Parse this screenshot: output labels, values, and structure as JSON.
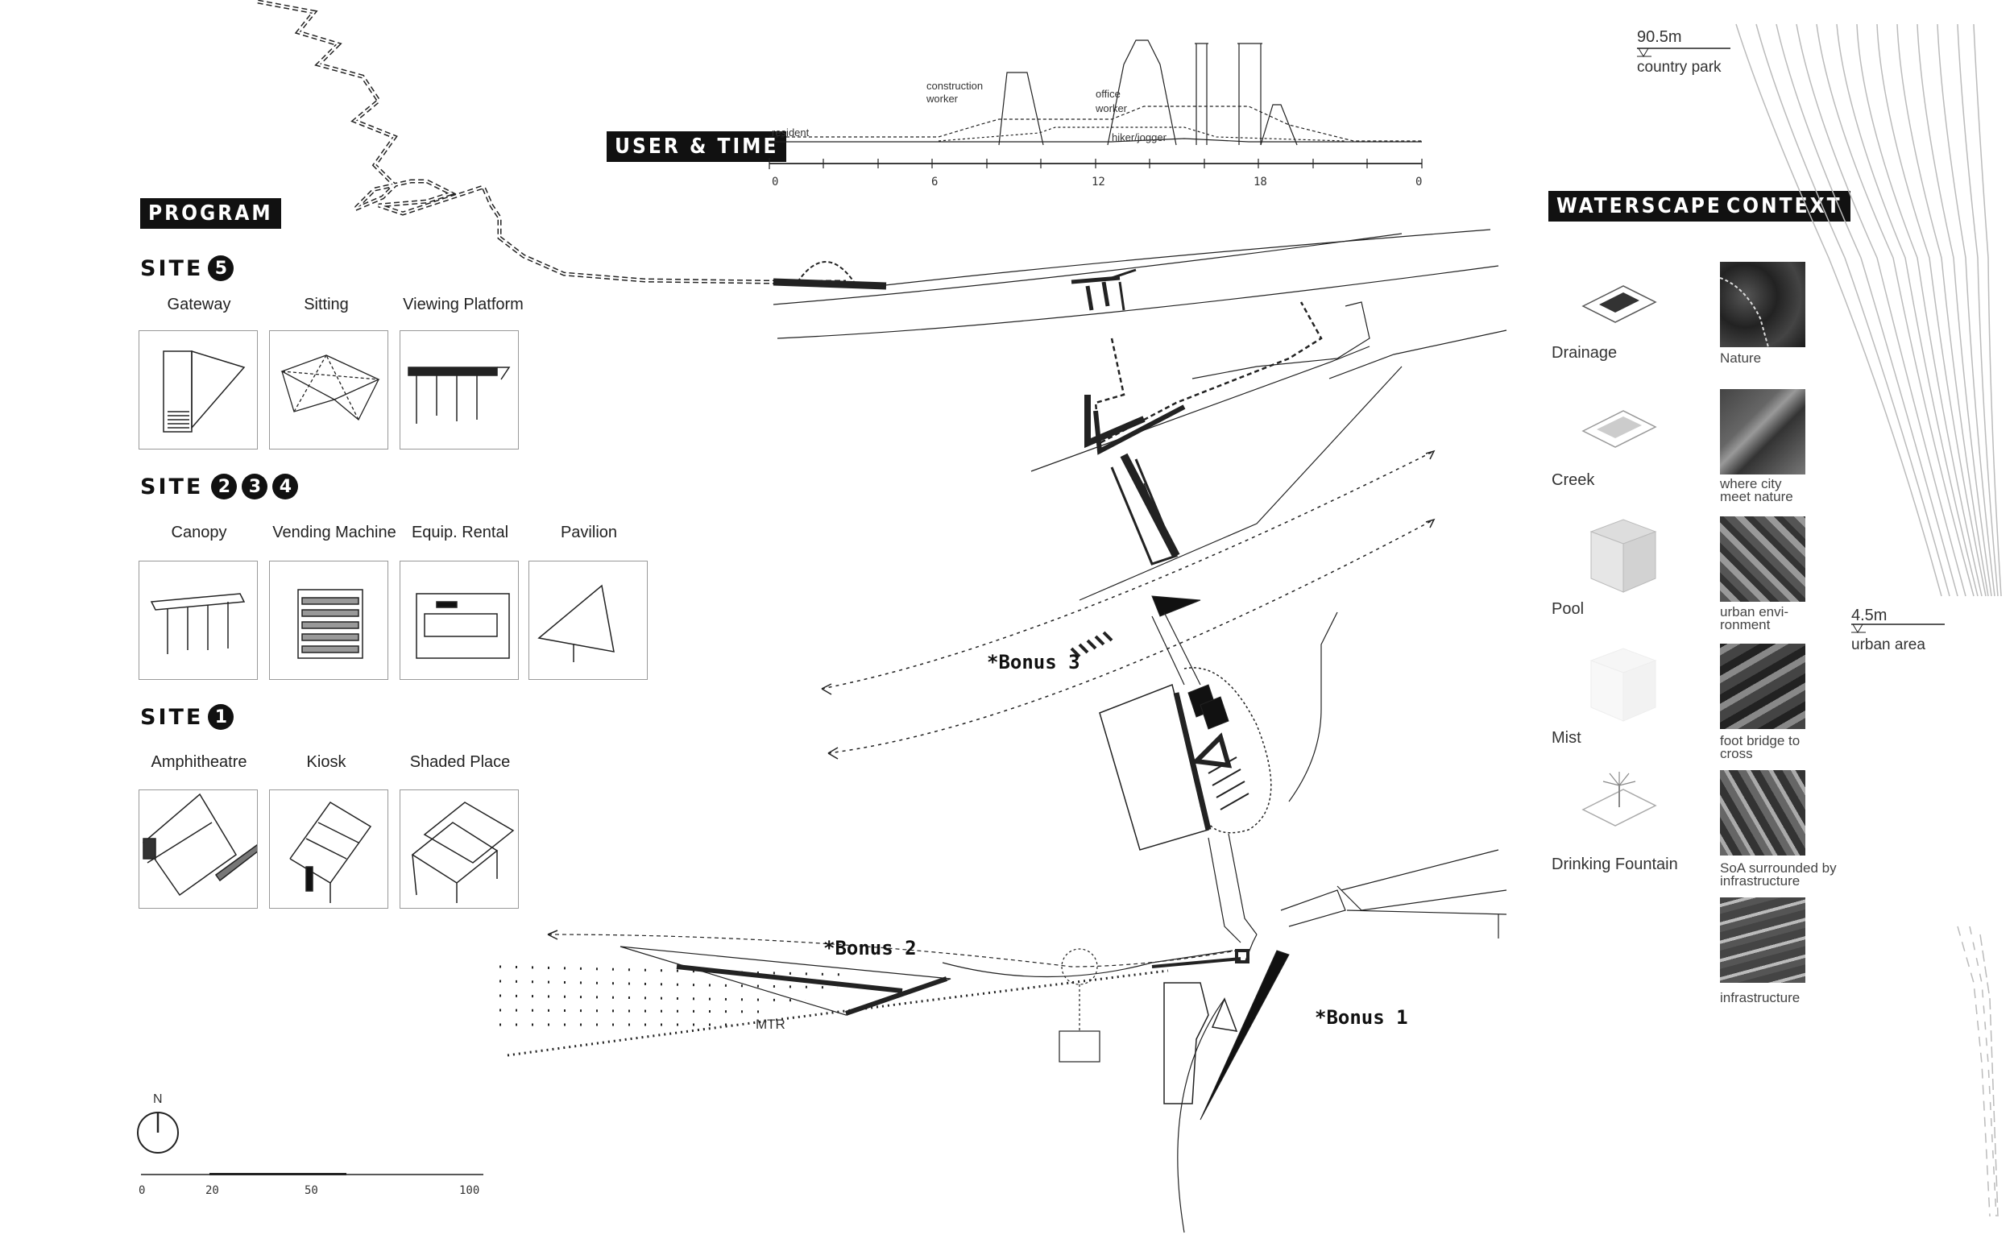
{
  "headers": {
    "program": "PROGRAM",
    "user_time": "USER & TIME",
    "waterscape": "WATERSCAPE",
    "context": "CONTEXT"
  },
  "sites": [
    {
      "title": "SITE",
      "numbers": [
        "5"
      ],
      "items": [
        "Gateway",
        "Sitting",
        "Viewing Platform"
      ]
    },
    {
      "title": "SITE",
      "numbers": [
        "2",
        "3",
        "4"
      ],
      "items": [
        "Canopy",
        "Vending Machine",
        "Equip. Rental",
        "Pavilion"
      ]
    },
    {
      "title": "SITE",
      "numbers": [
        "1"
      ],
      "items": [
        "Amphitheatre",
        "Kiosk",
        "Shaded Place"
      ]
    }
  ],
  "timeline": {
    "ticks": [
      "0",
      "6",
      "12",
      "18",
      "0"
    ],
    "users": [
      "resident",
      "construction worker",
      "office worker",
      "hiker/jogger"
    ]
  },
  "waterscape": [
    "Drainage",
    "Creek",
    "Pool",
    "Mist",
    "Drinking Fountain"
  ],
  "context": [
    {
      "label": "Nature"
    },
    {
      "label": "where city meet nature"
    },
    {
      "label": "urban envi- ronment"
    },
    {
      "label": "foot bridge to cross"
    },
    {
      "label": "SoA surrounded by infrastructure"
    },
    {
      "label": "infrastructure"
    }
  ],
  "elevation": {
    "top_value": "90.5m",
    "top_label": "country park",
    "bottom_value": "4.5m",
    "bottom_label": "urban area"
  },
  "map": {
    "bonus1": "*Bonus 1",
    "bonus2": "*Bonus 2",
    "bonus3": "*Bonus 3",
    "mtr": "MTR"
  },
  "north": "N",
  "scale_ticks": [
    "0",
    "20",
    "50",
    "100"
  ]
}
